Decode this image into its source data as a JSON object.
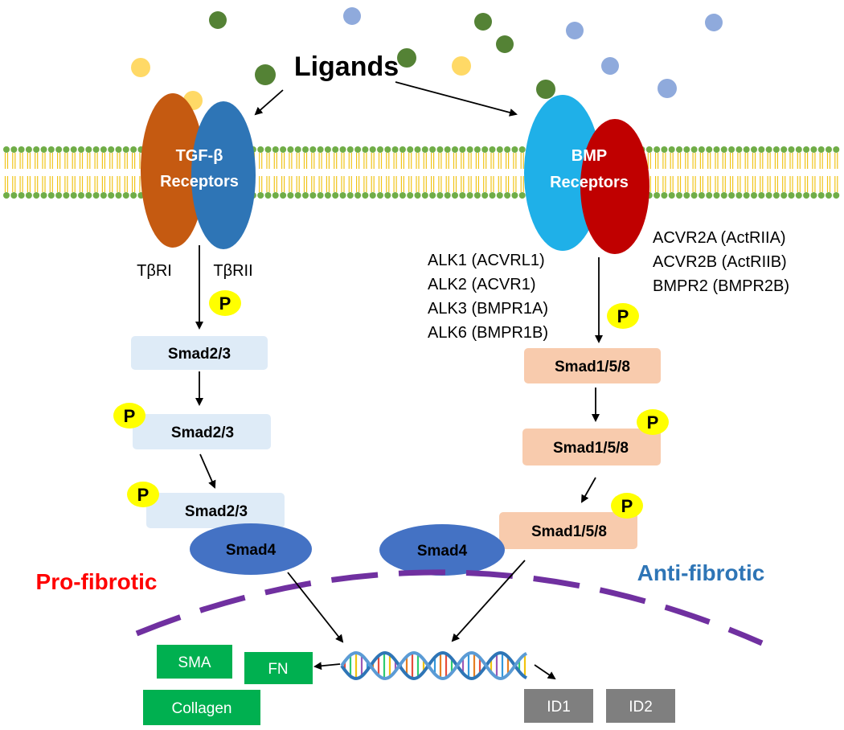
{
  "title": "Ligands",
  "receptors": {
    "tgf": {
      "label_line1": "TGF-β",
      "label_line2": "Receptors",
      "type1": "TβRI",
      "type2": "TβRII"
    },
    "bmp": {
      "label_line1": "BMP",
      "label_line2": "Receptors",
      "type1_list": [
        "ALK1 (ACVRL1)",
        "ALK2 (ACVR1)",
        "ALK3 (BMPR1A)",
        "ALK6 (BMPR1B)"
      ],
      "type2_list": [
        "ACVR2A (ActRIIA)",
        "ACVR2B (ActRIIB)",
        "BMPR2 (BMPR2B)"
      ]
    }
  },
  "phospho_label": "P",
  "left_pathway": {
    "smad_label": "Smad2/3",
    "cosmad_label": "Smad4",
    "effect_label": "Pro-fibrotic"
  },
  "right_pathway": {
    "smad_label": "Smad1/5/8",
    "cosmad_label": "Smad4",
    "effect_label": "Anti-fibrotic"
  },
  "targets": {
    "pro": [
      "SMA",
      "FN",
      "Collagen"
    ],
    "anti": [
      "ID1",
      "ID2"
    ]
  },
  "colors": {
    "tgf_receptor_1": "#c55a11",
    "tgf_receptor_2": "#2e75b6",
    "bmp_receptor_1": "#1fb0e8",
    "bmp_receptor_2": "#c00000",
    "smad23_fill": "#deebf7",
    "smad158_fill": "#f8cbad",
    "smad4_fill": "#4472c4",
    "phospho_fill": "#ffff00",
    "pro_fibrotic_text": "#ff0000",
    "anti_fibrotic_text": "#2e75b6",
    "nuclear_envelope": "#7030a0",
    "pro_target_fill": "#00b050",
    "anti_target_fill": "#7f7f7f",
    "ligand_green": "#548235",
    "ligand_blue": "#8faadc",
    "ligand_yellow": "#ffd966"
  }
}
